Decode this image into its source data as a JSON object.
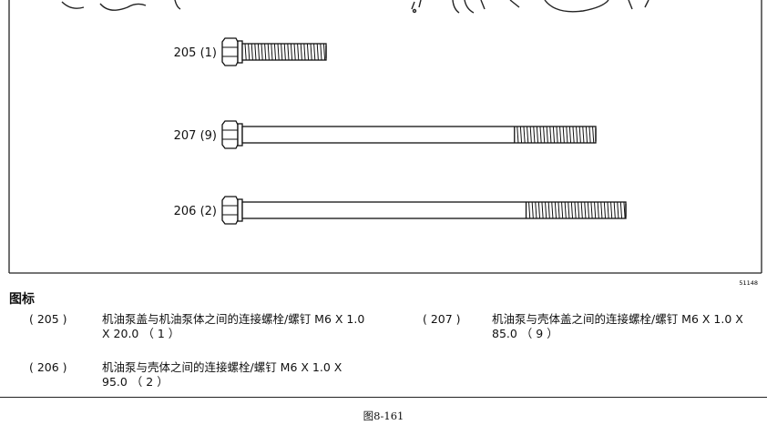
{
  "figure": {
    "id_label": "51148",
    "bolts": [
      {
        "label": "205 (1)",
        "thread_fraction": 1.0
      },
      {
        "label": "207 (9)",
        "thread_fraction": 0.23
      },
      {
        "label": "206 (2)",
        "thread_fraction": 0.26
      }
    ]
  },
  "legend": {
    "title": "图标",
    "items": [
      {
        "number": "( 205 )",
        "description": "机油泵盖与机油泵体之间的连接螺栓/螺钉 M6 X 1.0 X 20.0 （ 1 ）"
      },
      {
        "number": "( 206 )",
        "description": "机油泵与壳体之间的连接螺栓/螺钉 M6 X 1.0 X 95.0 （ 2 ）"
      },
      {
        "number": "( 207 )",
        "description": "机油泵与壳体盖之间的连接螺栓/螺钉 M6 X 1.0 X 85.0 （ 9 ）"
      }
    ]
  },
  "caption": "图8-161"
}
